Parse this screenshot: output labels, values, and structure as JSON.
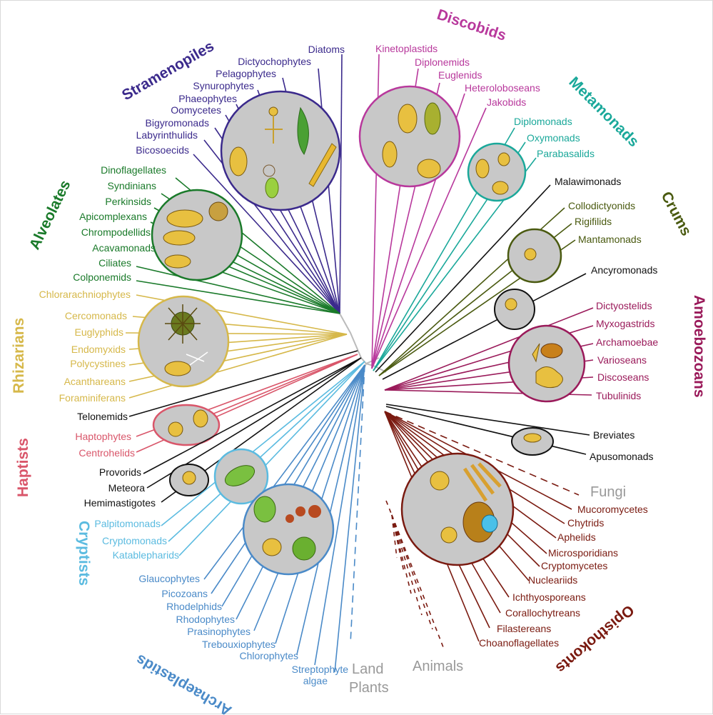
{
  "groups": {
    "discobids": "Discobids",
    "metamonads": "Metamonads",
    "crums": "Crums",
    "amoebozoans": "Amoebozoans",
    "opisthokonts": "Opisthokonts",
    "archaeplastids": "Archaeplastids",
    "cryptists": "Cryptists",
    "haptists": "Haptists",
    "rhizarians": "Rhizarians",
    "alveolates": "Alveolates",
    "stramenopiles": "Stramenopiles"
  },
  "leaves": {
    "diatoms": "Diatoms",
    "dictyochophytes": "Dictyochophytes",
    "pelagophytes": "Pelagophytes",
    "synurophytes": "Synurophytes",
    "phaeophytes": "Phaeophytes",
    "oomycetes": "Oomycetes",
    "bigyromonads": "Bigyromonads",
    "labyrinthulids": "Labyrinthulids",
    "bicosoecids": "Bicosoecids",
    "dinoflagellates": "Dinoflagellates",
    "syndinians": "Syndinians",
    "perkinsids": "Perkinsids",
    "apicomplexans": "Apicomplexans",
    "chrompodellids": "Chrompodellids",
    "acavamonads": "Acavamonads",
    "ciliates": "Ciliates",
    "colponemids": "Colponemids",
    "chlorarachniophytes": "Chlorarachniophytes",
    "cercomonads": "Cercomonads",
    "euglyphids": "Euglyphids",
    "endomyxids": "Endomyxids",
    "polycystines": "Polycystines",
    "acanthareans": "Acanthareans",
    "foraminiferans": "Foraminiferans",
    "telonemids": "Telonemids",
    "haptophytes": "Haptophytes",
    "centrohelids": "Centrohelids",
    "provorids": "Provorids",
    "meteora": "Meteora",
    "hemimastigotes": "Hemimastigotes",
    "palpitomonads": "Palpitomonads",
    "cryptomonads": "Cryptomonads",
    "katablepharids": "Katablepharids",
    "glaucophytes": "Glaucophytes",
    "picozoans": "Picozoans",
    "rhodelphids": "Rhodelphids",
    "rhodophytes": "Rhodophytes",
    "prasinophytes": "Prasinophytes",
    "trebouxiophytes": "Trebouxiophytes",
    "chlorophytes": "Chlorophytes",
    "streptophyte_1": "Streptophyte",
    "streptophyte_2": "algae",
    "land_1": "Land",
    "land_2": "Plants",
    "animals": "Animals",
    "kinetoplastids": "Kinetoplastids",
    "diplonemids": "Diplonemids",
    "euglenids": "Euglenids",
    "heteroloboseans": "Heteroloboseans",
    "jakobids": "Jakobids",
    "diplomonads": "Diplomonads",
    "oxymonads": "Oxymonads",
    "parabasalids": "Parabasalids",
    "malawimonads": "Malawimonads",
    "collodictyonids": "Collodictyonids",
    "rigifilids": "Rigifilids",
    "mantamonads": "Mantamonads",
    "ancyromonads": "Ancyromonads",
    "dictyostelids": "Dictyostelids",
    "myxogastrids": "Myxogastrids",
    "archamoebae": "Archamoebae",
    "varioseans": "Varioseans",
    "discoseans": "Discoseans",
    "tubulinids": "Tubulinids",
    "breviates": "Breviates",
    "apusomonads": "Apusomonads",
    "fungi": "Fungi",
    "mucoromycetes": "Mucoromycetes",
    "chytrids": "Chytrids",
    "aphelids": "Aphelids",
    "microsporidians": "Microsporidians",
    "cryptomycetes": "Cryptomycetes",
    "nucleariids": "Nucleariids",
    "ichthyosporeans": "Ichthyosporeans",
    "corallochytreans": "Corallochytreans",
    "filastereans": "Filastereans",
    "choanoflagellates": "Choanoflagellates"
  },
  "colors": {
    "stramenopiles": "#3b2a8c",
    "alveolates": "#1a7a2a",
    "rhizarians": "#d6b84a",
    "haptists": "#d9566a",
    "cryptists": "#5bbbe0",
    "archaeplastids": "#4a8ac8",
    "opisthokonts": "#7a1a10",
    "discobids": "#b8389c",
    "metamonads": "#1aa89a",
    "crums": "#4a5a10",
    "amoebozoans": "#9a1a5a",
    "orphans": "#111111",
    "grey": "#999999"
  }
}
